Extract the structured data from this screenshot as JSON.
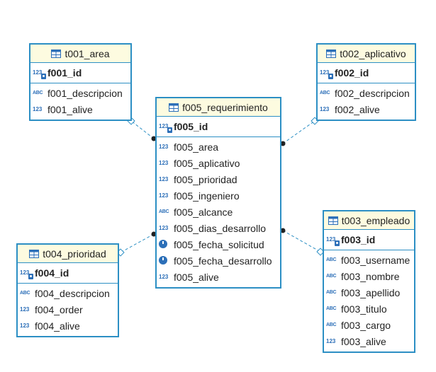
{
  "colors": {
    "border": "#2c8fc4",
    "header_bg": "#fdfbe0",
    "icon": "#2c6fb8",
    "connector_dot": "#222222"
  },
  "entities": [
    {
      "id": "t001_area",
      "title": "t001_area",
      "key_columns": [
        {
          "name": "f001_id",
          "type": "123"
        }
      ],
      "columns": [
        {
          "name": "f001_descripcion",
          "type": "abc"
        },
        {
          "name": "f001_alive",
          "type": "123"
        }
      ]
    },
    {
      "id": "t002_aplicativo",
      "title": "t002_aplicativo",
      "key_columns": [
        {
          "name": "f002_id",
          "type": "123"
        }
      ],
      "columns": [
        {
          "name": "f002_descripcion",
          "type": "abc"
        },
        {
          "name": "f002_alive",
          "type": "123"
        }
      ]
    },
    {
      "id": "f005_requerimiento",
      "title": "f005_requerimiento",
      "key_columns": [
        {
          "name": "f005_id",
          "type": "123"
        }
      ],
      "columns": [
        {
          "name": "f005_area",
          "type": "123"
        },
        {
          "name": "f005_aplicativo",
          "type": "123"
        },
        {
          "name": "f005_prioridad",
          "type": "123"
        },
        {
          "name": "f005_ingeniero",
          "type": "123"
        },
        {
          "name": "f005_alcance",
          "type": "abc"
        },
        {
          "name": "f005_dias_desarrollo",
          "type": "123"
        },
        {
          "name": "f005_fecha_solicitud",
          "type": "date"
        },
        {
          "name": "f005_fecha_desarrollo",
          "type": "date"
        },
        {
          "name": "f005_alive",
          "type": "123"
        }
      ]
    },
    {
      "id": "t004_prioridad",
      "title": "t004_prioridad",
      "key_columns": [
        {
          "name": "f004_id",
          "type": "123"
        }
      ],
      "columns": [
        {
          "name": "f004_descripcion",
          "type": "abc"
        },
        {
          "name": "f004_order",
          "type": "123"
        },
        {
          "name": "f004_alive",
          "type": "123"
        }
      ]
    },
    {
      "id": "t003_empleado",
      "title": "t003_empleado",
      "key_columns": [
        {
          "name": "f003_id",
          "type": "123"
        }
      ],
      "columns": [
        {
          "name": "f003_username",
          "type": "abc"
        },
        {
          "name": "f003_nombre",
          "type": "abc"
        },
        {
          "name": "f003_apellido",
          "type": "abc"
        },
        {
          "name": "f003_titulo",
          "type": "abc"
        },
        {
          "name": "f003_cargo",
          "type": "abc"
        },
        {
          "name": "f003_alive",
          "type": "123"
        }
      ]
    }
  ],
  "relations": [
    {
      "from": "f005_requerimiento",
      "to": "t001_area"
    },
    {
      "from": "f005_requerimiento",
      "to": "t002_aplicativo"
    },
    {
      "from": "f005_requerimiento",
      "to": "t004_prioridad"
    },
    {
      "from": "f005_requerimiento",
      "to": "t003_empleado"
    }
  ]
}
